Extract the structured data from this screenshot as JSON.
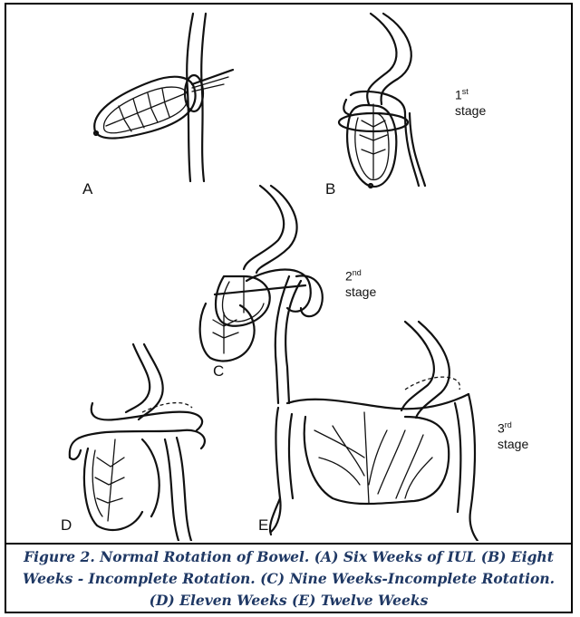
{
  "panels": {
    "a": "A",
    "b": "B",
    "c": "C",
    "d": "D",
    "e": "E"
  },
  "stages": {
    "first": {
      "ordinal": "1",
      "suffix": "st",
      "word": "stage"
    },
    "second": {
      "ordinal": "2",
      "suffix": "nd",
      "word": "stage"
    },
    "third": {
      "ordinal": "3",
      "suffix": "rd",
      "word": "stage"
    }
  },
  "caption": {
    "line1": "Figure 2. Normal Rotation of Bowel. (A) Six Weeks of IUL (B) Eight",
    "line2": "Weeks - Incomplete Rotation. (C) Nine Weeks-Incomplete Rotation.",
    "line3": "(D) Eleven Weeks (E) Twelve Weeks"
  },
  "colors": {
    "caption": "#1f3864",
    "ink": "#111111"
  }
}
